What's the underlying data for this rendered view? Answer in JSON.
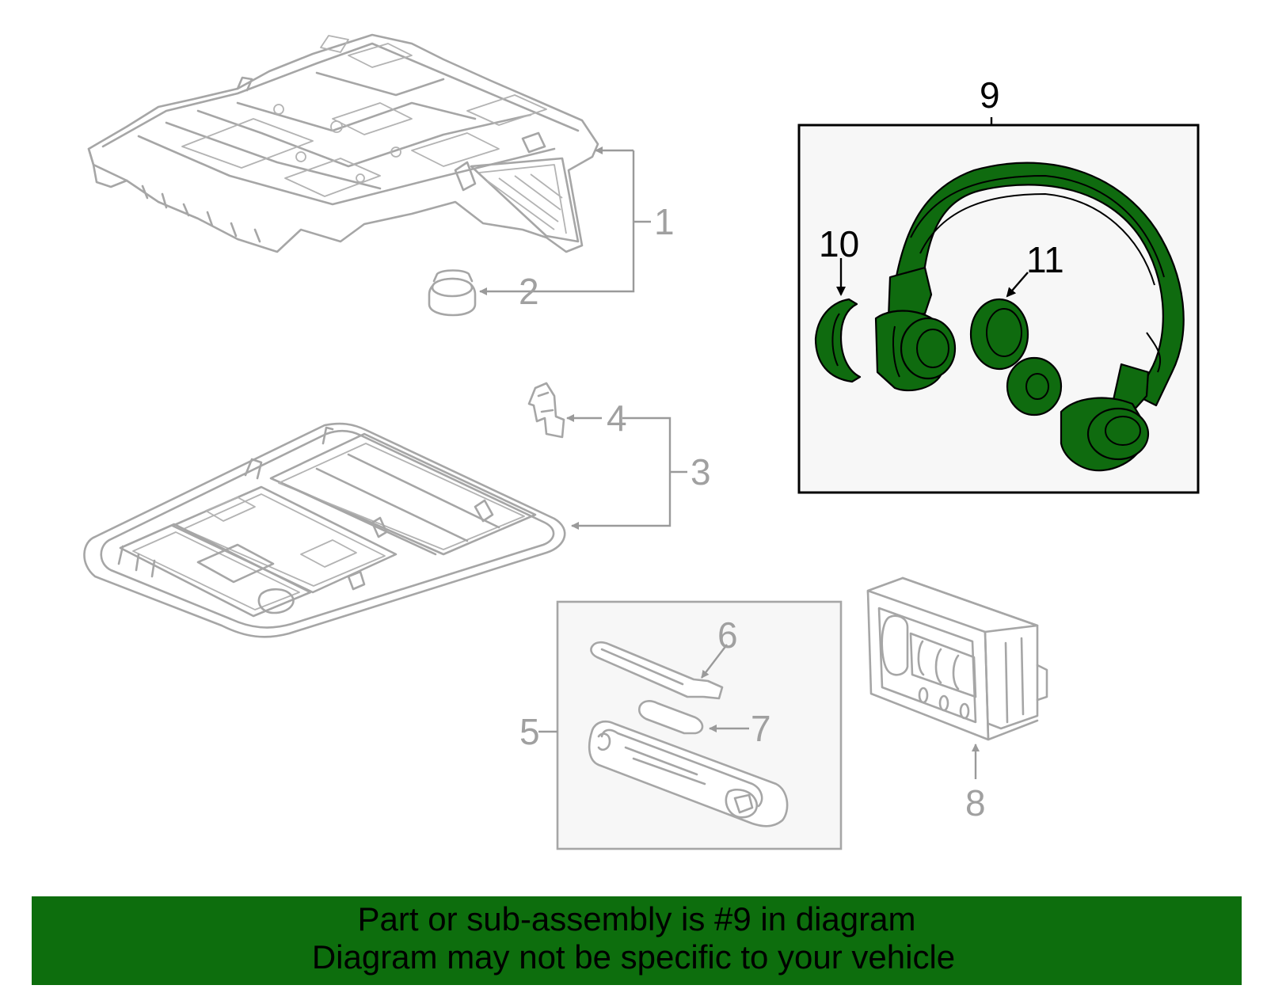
{
  "callouts": {
    "c1": "1",
    "c2": "2",
    "c3": "3",
    "c4": "4",
    "c5": "5",
    "c6": "6",
    "c7": "7",
    "c8": "8",
    "c9": "9",
    "c10": "10",
    "c11": "11"
  },
  "banner": {
    "line1": "Part or sub-assembly is #9 in diagram",
    "line2": "Diagram may not be specific to your vehicle"
  },
  "colors": {
    "highlight": "#0f6b0f",
    "banner": "#0d6e0d",
    "outline": "#a6a6a6"
  }
}
